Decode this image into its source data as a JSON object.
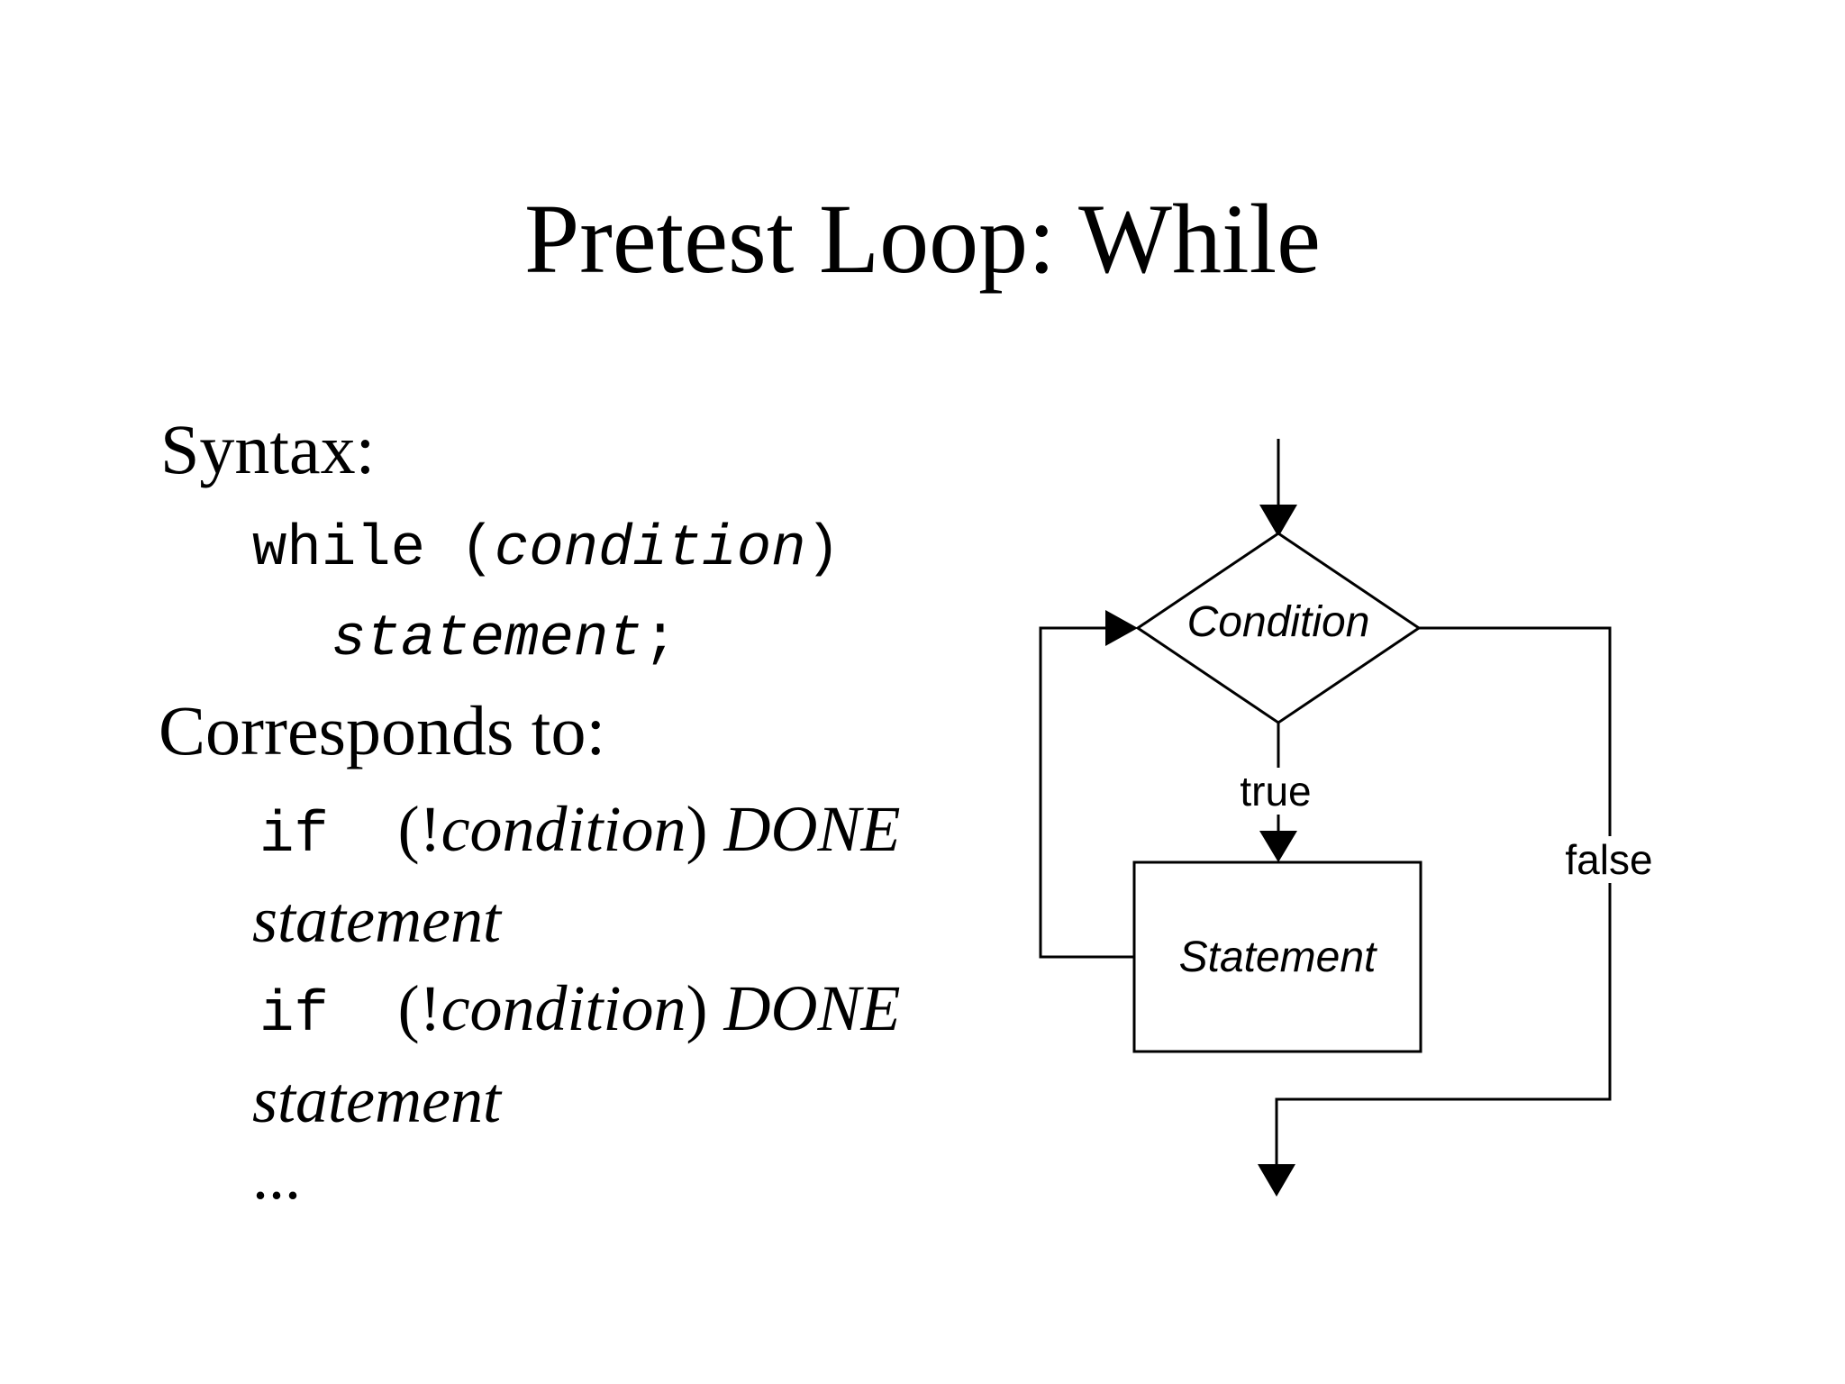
{
  "slide": {
    "title": "Pretest Loop: While",
    "syntax": {
      "header": "Syntax:",
      "code_line1": {
        "keyword": "while (",
        "variable": "condition",
        "close": ")"
      },
      "code_line2": {
        "variable": "statement",
        "punct": ";"
      }
    },
    "corresponds": {
      "header": "Corresponds to:",
      "if_line": {
        "keyword": "if  ",
        "open": "(!",
        "variable": "condition",
        "close": ") ",
        "done": "DONE"
      },
      "statement": "statement",
      "ellipsis": "..."
    },
    "flowchart": {
      "condition_label": "Condition",
      "true_label": "true",
      "false_label": "false",
      "statement_label": "Statement"
    },
    "colors": {
      "background": "#ffffff",
      "ink": "#000000"
    }
  }
}
